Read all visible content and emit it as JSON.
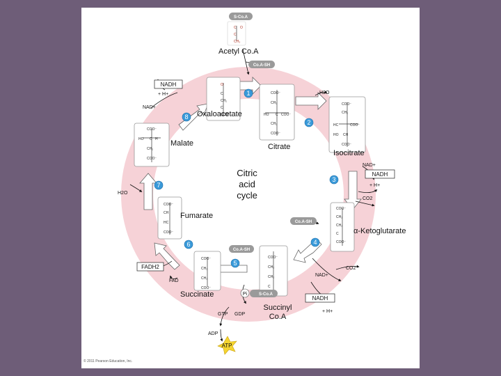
{
  "cycle": {
    "center_label": [
      "Citric",
      "acid",
      "cycle"
    ],
    "steps": [
      "1",
      "2",
      "3",
      "4",
      "5",
      "6",
      "7",
      "8"
    ]
  },
  "metabolites": {
    "acetyl_coa": "Acetyl Co.A",
    "oxaloacetate": "Oxaloacetate",
    "citrate": "Citrate",
    "isocitrate": "Isocitrate",
    "alpha_ketoglutarate": "α-Ketoglutarate",
    "succinyl_coa": [
      "Succinyl",
      "Co.A"
    ],
    "succinate": "Succinate",
    "fumarate": "Fumarate",
    "malate": "Malate"
  },
  "cofactors": {
    "s_coa": "S-Co.A",
    "coa_sh": "Co.A-SH",
    "nadh": "NADH",
    "nad_plus": "NAD+",
    "h_plus": "+ H+",
    "h2o": "H2O",
    "co2": "CO2",
    "fadh2": "FADH2",
    "fad": "FAD",
    "gtp": "GTP",
    "gdp": "GDP",
    "adp": "ADP",
    "atp": "ATP",
    "pi": "Pi"
  },
  "footer": {
    "copyright": "© 2011 Pearson Education, Inc."
  }
}
